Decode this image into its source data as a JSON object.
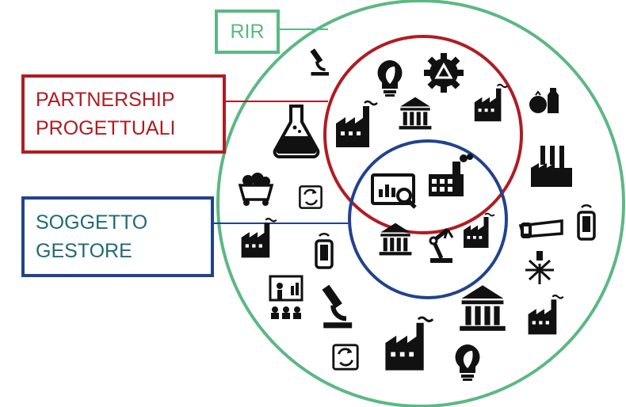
{
  "labels": {
    "rir": "RIR",
    "partnership": [
      "PARTNERSHIP",
      "PROGETTUALI"
    ],
    "soggetto": [
      "SOGGETTO",
      "GESTORE"
    ]
  },
  "colors": {
    "rir": "#5cb884",
    "partnership": "#b01c22",
    "soggetto_border": "#22428e",
    "soggetto_text": "#1f6a78",
    "icon": "#111111"
  },
  "icons": [
    "microscope-icon",
    "lightbulb-leaf-icon",
    "recycle-gear-icon",
    "factory-icon",
    "food-products-icon",
    "flask-icon",
    "government-building-icon",
    "factory-icon",
    "mine-cart-icon",
    "exchange-icon",
    "analytics-screen-icon",
    "industrial-plant-icon",
    "power-plant-icon",
    "smartphone-icon",
    "saw-icon",
    "factory-icon",
    "government-building-icon",
    "robot-arm-icon",
    "factory-icon",
    "laser-icon",
    "smartphone-icon",
    "presentation-icon",
    "microscope-icon",
    "government-building-icon",
    "factory-icon",
    "factory-icon",
    "exchange-icon",
    "lightbulb-leaf-icon"
  ]
}
